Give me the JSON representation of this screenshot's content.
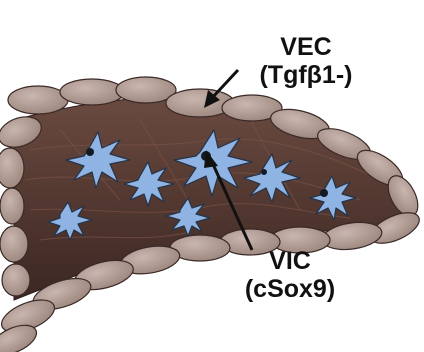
{
  "labels": {
    "vec": {
      "name": "VEC",
      "marker": "(Tgfβ1-)"
    },
    "vic": {
      "name": "VIC",
      "marker": "(cSox9)"
    }
  },
  "colors": {
    "endothelial_cell_fill": "#b09a93",
    "endothelial_cell_stroke": "#3a2a27",
    "tissue_fill": "#5a3c34",
    "interstitial_cell_fill": "#8fb3e2",
    "interstitial_cell_stroke": "#24344a",
    "nucleus": "#151a22",
    "arrow": "#111111"
  },
  "icons": {
    "vec_pointer": "arrow-icon",
    "vic_pointer": "arrow-icon"
  }
}
